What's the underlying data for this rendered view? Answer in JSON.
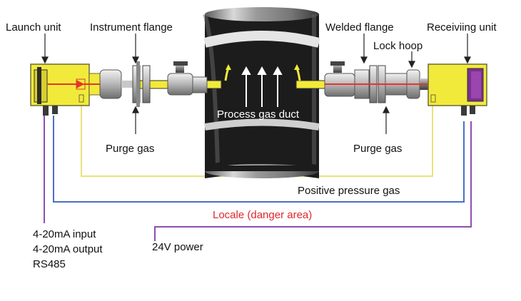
{
  "labels": {
    "launch_unit": "Launch unit",
    "instrument_flange": "Instrument flange",
    "welded_flange": "Welded flange",
    "receiving_unit": "Receiviing unit",
    "lock_hoop": "Lock hoop",
    "process_gas_duct": "Process gas duct",
    "purge_gas_left": "Purge gas",
    "purge_gas_right": "Purge gas",
    "positive_pressure_gas": "Positive pressure gas",
    "locale": "Locale (danger area)",
    "io_line1": "4-20mA input",
    "io_line2": "4-20mA output",
    "io_line3": "RS485",
    "power": "24V power"
  },
  "colors": {
    "unit_body": "#f2ea3a",
    "duct": "#1a1a1a",
    "laser_beam": "#e8342c",
    "pressure_line": "#e9e27a",
    "signal_line": "#4a6fc9",
    "power_line": "#8e4fb3",
    "danger_text": "#e0262d",
    "receiver_panel": "#7b2f8f"
  }
}
